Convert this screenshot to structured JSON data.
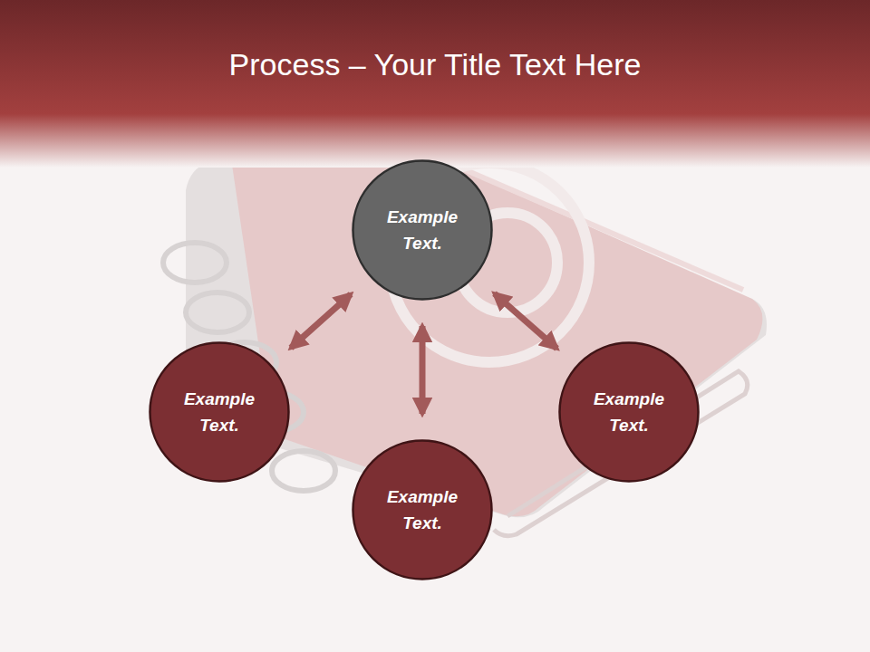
{
  "diagram": {
    "title": "Process – Your Title Text Here",
    "nodes": [
      {
        "text": [
          "Example Text."
        ]
      },
      {
        "text": [
          "Example Text."
        ]
      },
      {
        "text": [
          "Example Text."
        ]
      },
      {
        "text": [
          "Example Text."
        ]
      }
    ],
    "edges": [
      {
        "from": 0,
        "to": 1,
        "arrow": "both"
      },
      {
        "from": 0,
        "to": 3,
        "arrow": "both"
      },
      {
        "from": 0,
        "to": 2,
        "arrow": "both"
      }
    ]
  }
}
